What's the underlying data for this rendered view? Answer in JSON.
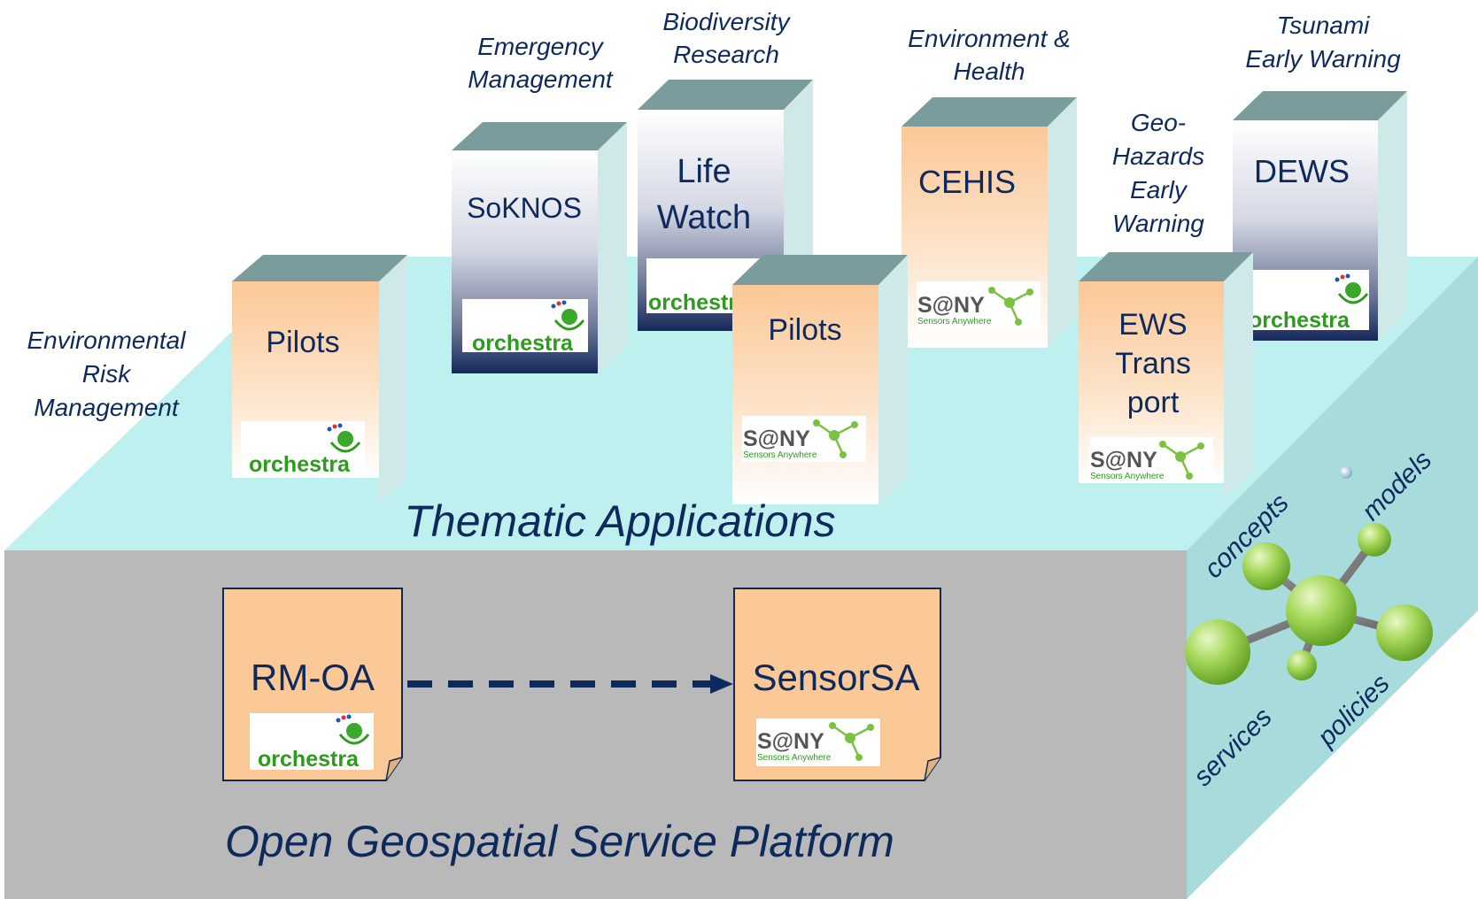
{
  "theme_labels": {
    "environmental_risk": [
      "Environmental",
      "Risk",
      "Management"
    ],
    "emergency": [
      "Emergency",
      "Management"
    ],
    "biodiversity": [
      "Biodiversity",
      "Research"
    ],
    "environment_health": [
      "Environment &",
      "Health"
    ],
    "geo_hazards": [
      "Geo-",
      "Hazards",
      "Early",
      "Warning"
    ],
    "tsunami": [
      "Tsunami",
      "Early Warning"
    ]
  },
  "boxes": {
    "pilots_left": [
      "Pilots"
    ],
    "soknos": [
      "SoKNOS"
    ],
    "lifewatch": [
      "Life",
      "Watch"
    ],
    "pilots_mid": [
      "Pilots"
    ],
    "cehis": [
      "CEHIS"
    ],
    "ews": [
      "EWS",
      "Trans",
      "port"
    ],
    "dews": [
      "DEWS"
    ]
  },
  "layers": {
    "thematic": "Thematic Applications",
    "platform": "Open Geospatial Service Platform"
  },
  "documents": {
    "rmoa": "RM-OA",
    "sensorsa": "SensorSA"
  },
  "logos": {
    "orchestra": "orchestra",
    "sany_main": "S@NY",
    "sany_sub": "Sensors Anywhere"
  },
  "molecule_terms": {
    "concepts": "concepts",
    "models": "models",
    "services": "services",
    "policies": "policies"
  },
  "colors": {
    "top_face": "#bff0f0",
    "front_face": "#b9b9b9",
    "side_face": "#a8dcdc",
    "peach": "#fbc898",
    "navy": "#0e2a5c",
    "box_top": "#7a9c9c",
    "box_side": "#cfe8e8",
    "logo_green": "#2e9a1e",
    "sphere_green": "#9bd24e"
  }
}
